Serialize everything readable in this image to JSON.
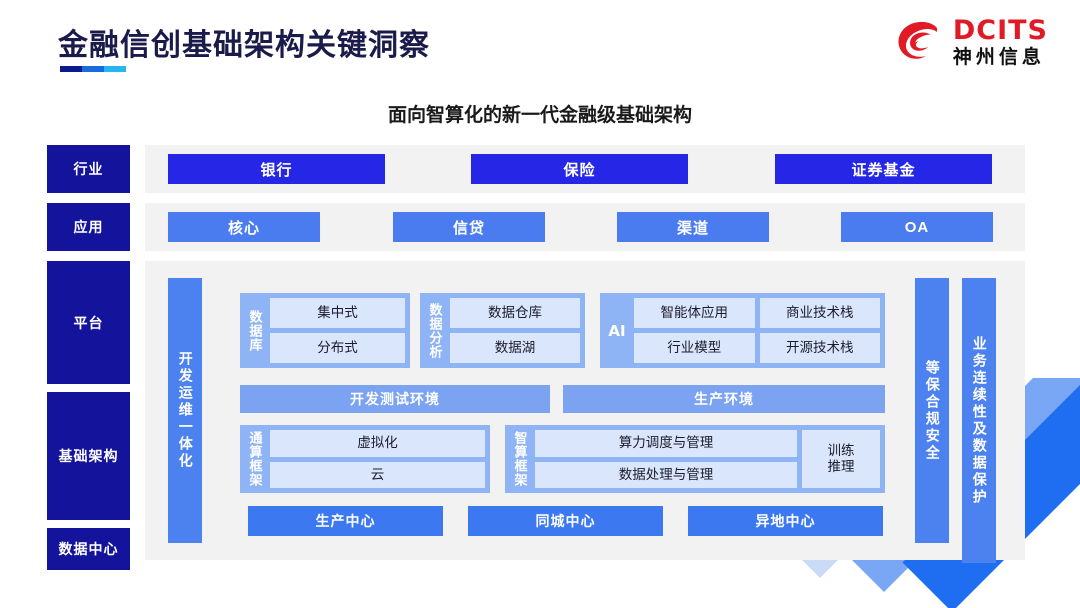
{
  "header": {
    "title": "金融信创基础架构关键洞察",
    "logo_en": "DCITS",
    "logo_cn": "神州信息",
    "logo_icon": "dcits-swirl-logo"
  },
  "subtitle": "面向智算化的新一代金融级基础架构",
  "layer_rails": [
    {
      "label": "行业"
    },
    {
      "label": "应用"
    },
    {
      "label": "平台"
    },
    {
      "label": "基础架构"
    },
    {
      "label": "数据中心"
    }
  ],
  "industry_row": [
    {
      "label": "银行"
    },
    {
      "label": "保险"
    },
    {
      "label": "证券基金"
    }
  ],
  "application_row": [
    {
      "label": "核心"
    },
    {
      "label": "信贷"
    },
    {
      "label": "渠道"
    },
    {
      "label": "OA"
    }
  ],
  "devops_bar": {
    "label": "开发运维一体化"
  },
  "platform_groups": [
    {
      "label": "数据库",
      "cells": [
        [
          "集中式"
        ],
        [
          "分布式"
        ]
      ]
    },
    {
      "label": "数据分析",
      "cells": [
        [
          "数据仓库"
        ],
        [
          "数据湖"
        ]
      ]
    },
    {
      "label": "AI",
      "cells": [
        [
          "智能体应用",
          "商业技术栈"
        ],
        [
          "行业模型",
          "开源技术栈"
        ]
      ]
    }
  ],
  "environment_row": [
    {
      "label": "开发测试环境"
    },
    {
      "label": "生产环境"
    }
  ],
  "compute_groups": [
    {
      "label": "通算框架",
      "stack": [
        "虚拟化",
        "云"
      ],
      "side": null
    },
    {
      "label": "智算框架",
      "stack": [
        "算力调度与管理",
        "数据处理与管理"
      ],
      "side": "训练\n推理"
    }
  ],
  "datacenter_row": [
    {
      "label": "生产中心"
    },
    {
      "label": "同城中心"
    },
    {
      "label": "异地中心"
    }
  ],
  "side_bars": [
    {
      "label": "等保合规安全"
    },
    {
      "label": "业务连续性及数据保护"
    }
  ],
  "colors": {
    "navy": "#13139b",
    "industry_blue": "#2626e6",
    "app_blue": "#4a7cf0",
    "group_blue": "#8fb4f6",
    "cell_blue": "#d9e6fc",
    "panel_gray": "#f2f2f3",
    "accent_red": "#e01b26"
  }
}
